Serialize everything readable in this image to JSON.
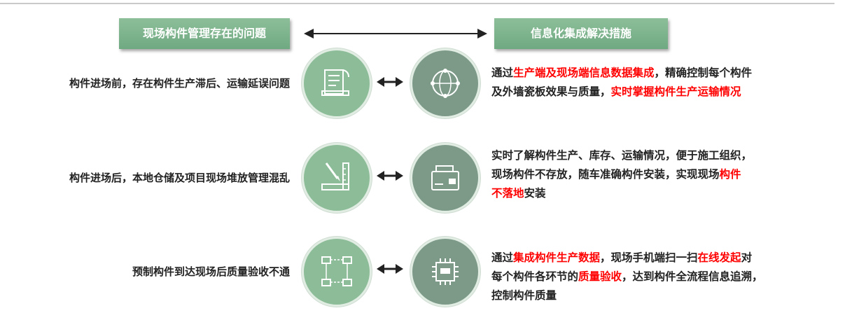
{
  "header": {
    "left_banner": "现场构件管理存在的问题",
    "right_banner": "信息化集成解决措施"
  },
  "rows": [
    {
      "problem": "构件进场前，存在构件生产滞后、运输延误问题",
      "left_icon": "document-list-icon",
      "right_icon": "globe-network-icon",
      "solution_segments": [
        {
          "text": "通过"
        },
        {
          "text": "生产端及现场端信息数据集成",
          "hl": true
        },
        {
          "text": "，精确控制每个构件"
        },
        {
          "br": true
        },
        {
          "text": "及外墙瓷板效果与质量，"
        },
        {
          "text": "实时掌握构件生产运输情况",
          "hl": true
        }
      ]
    },
    {
      "problem": "构件进场后，本地仓储及项目现场堆放管理混乱",
      "left_icon": "ruler-pen-icon",
      "right_icon": "card-wallet-icon",
      "solution_segments": [
        {
          "text": "实时了解构件生产、库存、运输情况，便于施工组织，"
        },
        {
          "br": true
        },
        {
          "text": "现场构件不存放，随车准确构件安装，实现现场"
        },
        {
          "text": "构件",
          "hl": true
        },
        {
          "br": true
        },
        {
          "text": "不落地",
          "hl": true
        },
        {
          "text": "安装"
        }
      ]
    },
    {
      "problem": "预制构件到达现场后质量验收不通",
      "left_icon": "network-nodes-icon",
      "right_icon": "chip-icon",
      "solution_segments": [
        {
          "text": "通过"
        },
        {
          "text": "集成构件生产数据",
          "hl": true
        },
        {
          "text": "，现场手机端扫一扫"
        },
        {
          "text": "在线发起",
          "hl": true
        },
        {
          "text": "对"
        },
        {
          "br": true
        },
        {
          "text": "每个构件各环节的"
        },
        {
          "text": "质量验收",
          "hl": true
        },
        {
          "text": "，达到构件全流程信息追溯，"
        },
        {
          "br": true
        },
        {
          "text": "控制构件质量"
        }
      ]
    }
  ],
  "colors": {
    "highlight": "#ff0000",
    "banner_green": "#7fb58f",
    "circle_light": "#8cbd98",
    "circle_dark": "#7d9a89"
  }
}
